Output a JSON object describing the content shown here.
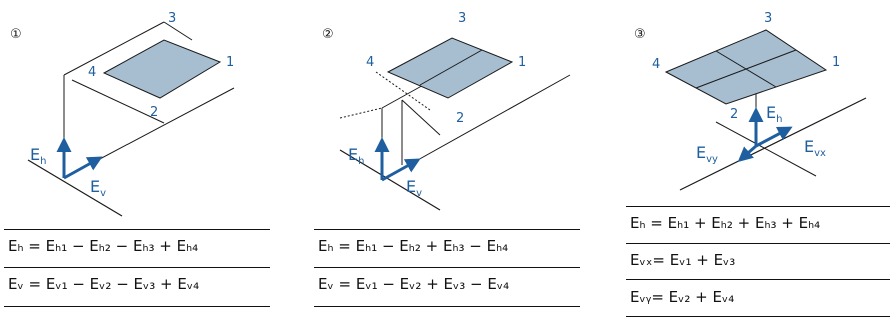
{
  "panels": [
    {
      "badge": "①",
      "corners": [
        "1",
        "2",
        "3",
        "4"
      ],
      "vectors": [
        "E",
        "h",
        "E",
        "v"
      ],
      "formulas": [
        {
          "text": "Eₕ = Eₕ₁ − Eₕ₂ − Eₕ₃ + Eₕ₄"
        },
        {
          "text": "Eᵥ = Eᵥ₁ − Eᵥ₂ − Eᵥ₃ + Eᵥ₄"
        }
      ]
    },
    {
      "badge": "②",
      "corners": [
        "1",
        "2",
        "3",
        "4"
      ],
      "vectors": [
        "E",
        "h",
        "E",
        "v"
      ],
      "formulas": [
        {
          "text": "Eₕ = Eₕ₁ − Eₕ₂ + Eₕ₃ − Eₕ₄"
        },
        {
          "text": "Eᵥ = Eᵥ₁ − Eᵥ₂ + Eᵥ₃ − Eᵥ₄"
        }
      ]
    },
    {
      "badge": "③",
      "corners": [
        "1",
        "2",
        "3",
        "4"
      ],
      "vectors": [
        "E",
        "h",
        "E",
        "vx",
        "E",
        "vy"
      ],
      "formulas": [
        {
          "text": "Eₕ = Eₕ₁ + Eₕ₂ + Eₕ₃ + Eₕ₄"
        },
        {
          "text": "Eᵥₓ= Eᵥ₁ + Eᵥ₃"
        },
        {
          "text": "Eᵥᵧ= Eᵥ₂ + Eᵥ₄"
        }
      ]
    }
  ],
  "colors": {
    "plane": "#a6bed0",
    "vector": "#1f5f9f",
    "line": "#1a1a1a"
  }
}
